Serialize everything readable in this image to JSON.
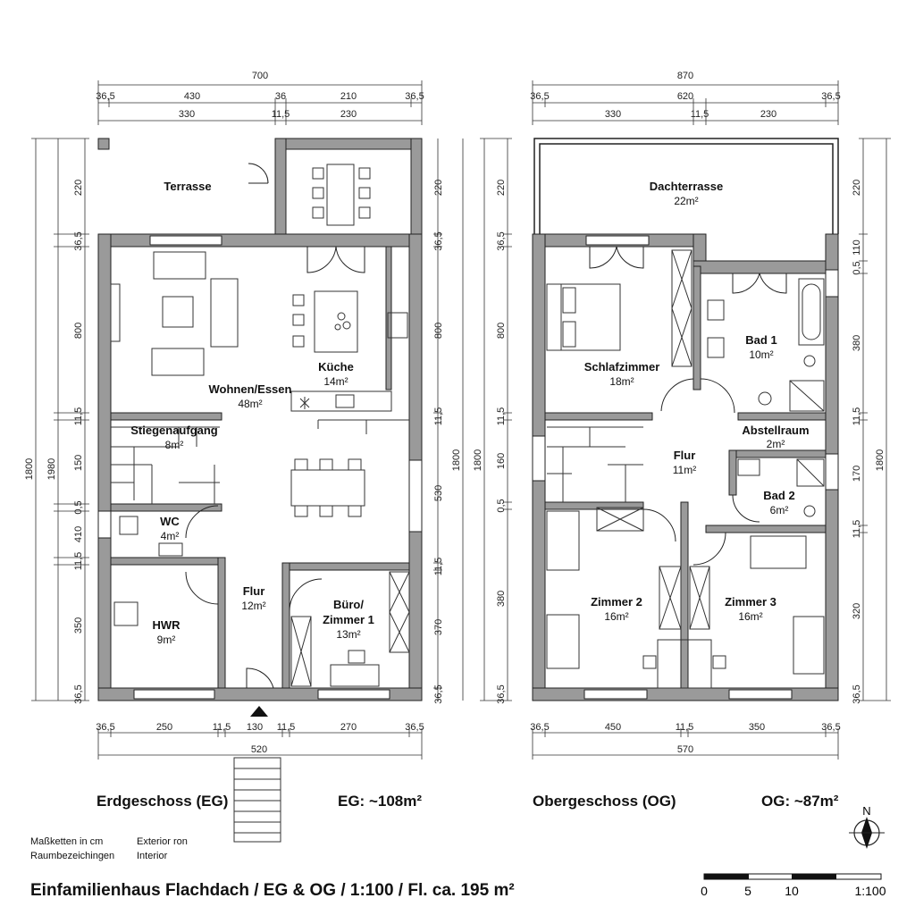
{
  "eg": {
    "dims_top": {
      "total": "700",
      "row1": [
        "36,5",
        "430",
        "36",
        "210",
        "36,5"
      ],
      "row2": [
        "330",
        "11,5",
        "230"
      ]
    },
    "dims_left": {
      "outer": "1800",
      "inner": "1980",
      "segs": [
        "220",
        "36,5",
        "800",
        "11,5",
        "150",
        "0,5",
        "410",
        "11,5",
        "350",
        "36,5"
      ]
    },
    "dims_right": {
      "outer": "1800",
      "segs": [
        "220",
        "36,5",
        "800",
        "11,5",
        "530",
        "11,5",
        "370",
        "36,5"
      ]
    },
    "dims_bottom": {
      "row1": [
        "36,5",
        "250",
        "11,5",
        "130",
        "11,5",
        "270",
        "36,5"
      ],
      "total": "520"
    },
    "rooms": {
      "terrasse": {
        "name": "Terrasse"
      },
      "wohnen": {
        "name": "Wohnen/Essen",
        "area": "48m²"
      },
      "kueche": {
        "name": "Küche",
        "area": "14m²"
      },
      "stiege": {
        "name": "Stiegenaufgang",
        "area": "8m²"
      },
      "wc": {
        "name": "WC",
        "area": "4m²"
      },
      "flur": {
        "name": "Flur",
        "area": "12m²"
      },
      "buero": {
        "name1": "Büro/",
        "name2": "Zimmer 1",
        "area": "13m²"
      },
      "hwr": {
        "name": "HWR",
        "area": "9m²"
      }
    },
    "label": "Erdgeschoss (EG)",
    "area_label": "EG: ~108m²"
  },
  "og": {
    "dims_top": {
      "total": "870",
      "row1": [
        "36,5",
        "620",
        "36,5"
      ],
      "row2": [
        "330",
        "11,5",
        "230"
      ]
    },
    "dims_left": {
      "outer": "1800",
      "segs": [
        "220",
        "36,5",
        "800",
        "11,5",
        "160",
        "0,5",
        "380",
        "36,5"
      ]
    },
    "dims_right": {
      "outer": "1800",
      "segs": [
        "220",
        "110",
        "0,5",
        "380",
        "11,5",
        "170",
        "11,5",
        "320",
        "36,5"
      ]
    },
    "dims_bottom": {
      "row1": [
        "36,5",
        "450",
        "11,5",
        "350",
        "36,5"
      ],
      "total": "570"
    },
    "rooms": {
      "dachterrasse": {
        "name": "Dachterrasse",
        "area": "22m²"
      },
      "schlaf": {
        "name": "Schlafzimmer",
        "area": "18m²"
      },
      "bad1": {
        "name": "Bad 1",
        "area": "10m²"
      },
      "abstell": {
        "name": "Abstellraum",
        "area": "2m²"
      },
      "flur": {
        "name": "Flur",
        "area": "11m²"
      },
      "bad2": {
        "name": "Bad 2",
        "area": "6m²"
      },
      "zimmer2": {
        "name": "Zimmer 2",
        "area": "16m²"
      },
      "zimmer3": {
        "name": "Zimmer 3",
        "area": "16m²"
      }
    },
    "label": "Obergeschoss (OG)",
    "area_label": "OG: ~87m²"
  },
  "legend": {
    "l1": "Maßketten in cm",
    "l2": "Raumbezeichingen",
    "r1": "Exterior ron",
    "r2": "Interior"
  },
  "title": "Einfamilienhaus Flachdach / EG & OG / 1:100 / Fl. ca. 195 m²",
  "north": "N",
  "scale": {
    "t0": "0",
    "t5": "5",
    "t10": "10",
    "ratio": "1:100"
  },
  "colors": {
    "wall": "#9a9a9a",
    "wall_stroke": "#222222",
    "line": "#333333"
  }
}
